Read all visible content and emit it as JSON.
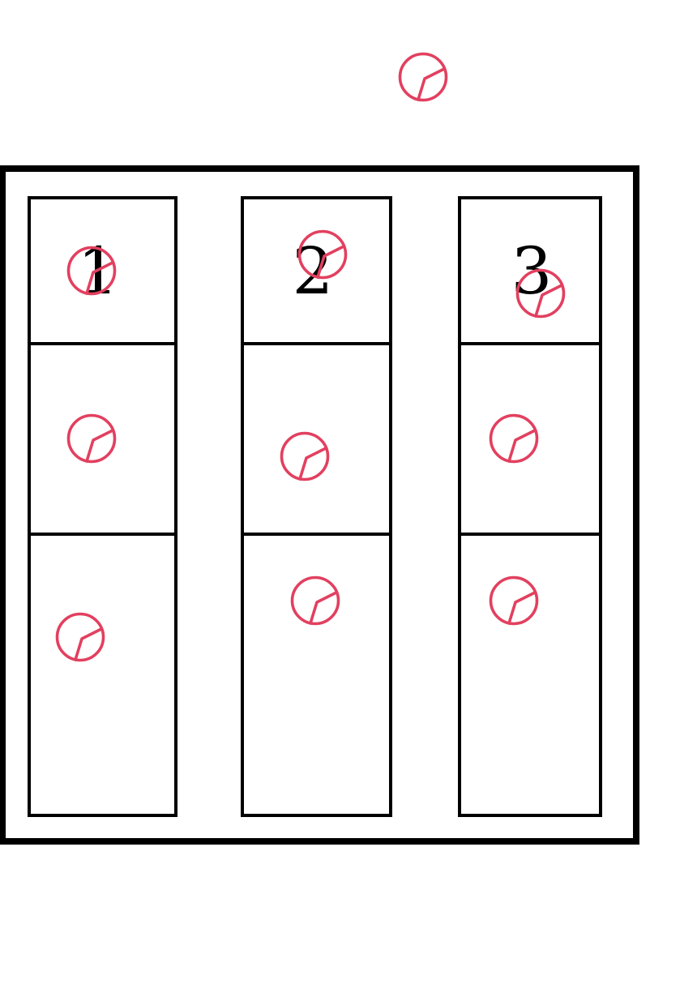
{
  "diagram": {
    "colors": {
      "background": "#ffffff",
      "stroke": "#000000",
      "marker": "#e2405f"
    },
    "marker_icon": "circle-slash-marker-icon",
    "columns": [
      {
        "label": "1",
        "rows": 3
      },
      {
        "label": "2",
        "rows": 3
      },
      {
        "label": "3",
        "rows": 3
      }
    ],
    "marker_count": 10
  }
}
